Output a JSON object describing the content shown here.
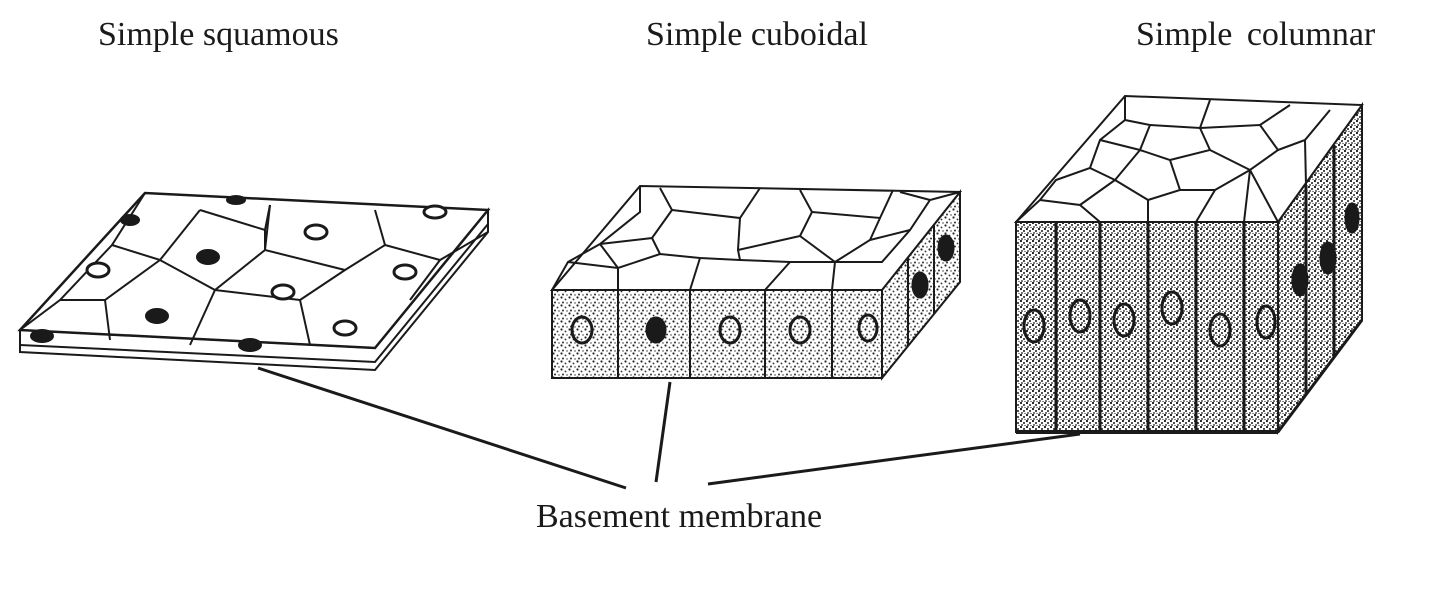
{
  "labels": {
    "squamous": "Simple squamous",
    "cuboidal": "Simple cuboidal",
    "columnar": "Simple  columnar",
    "basement": "Basement membrane"
  },
  "colors": {
    "ink": "#1a1a1a",
    "background": "#ffffff",
    "stipple": "#2b2b2b"
  }
}
